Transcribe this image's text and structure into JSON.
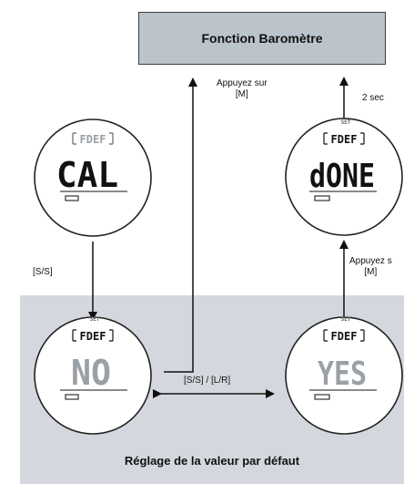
{
  "title_box": {
    "label": "Fonction Baromètre"
  },
  "panel": {
    "caption": "Réglage de la valeur par défaut"
  },
  "labels": {
    "press_m_top": "Appuyez sur\n[M]",
    "two_sec": "2 sec",
    "press_m_right": "Appuyez s\n[M]",
    "ss": "[S/S]",
    "ss_lr": "[S/S] / [L/R]"
  },
  "screens": {
    "cal": {
      "header": "FDEF",
      "main": "CAL",
      "top_text": ""
    },
    "no": {
      "header": "FDEF",
      "main": "NO",
      "top_text": "SET"
    },
    "done": {
      "header": "FDEF",
      "main": "dONE",
      "top_text": "SET"
    },
    "yes": {
      "header": "FDEF",
      "main": "YES",
      "top_text": "SET"
    }
  },
  "colors": {
    "panel": "#d4d8de",
    "title_box": "#bcc4cb",
    "lcd_dim": "#9aa0a6"
  }
}
